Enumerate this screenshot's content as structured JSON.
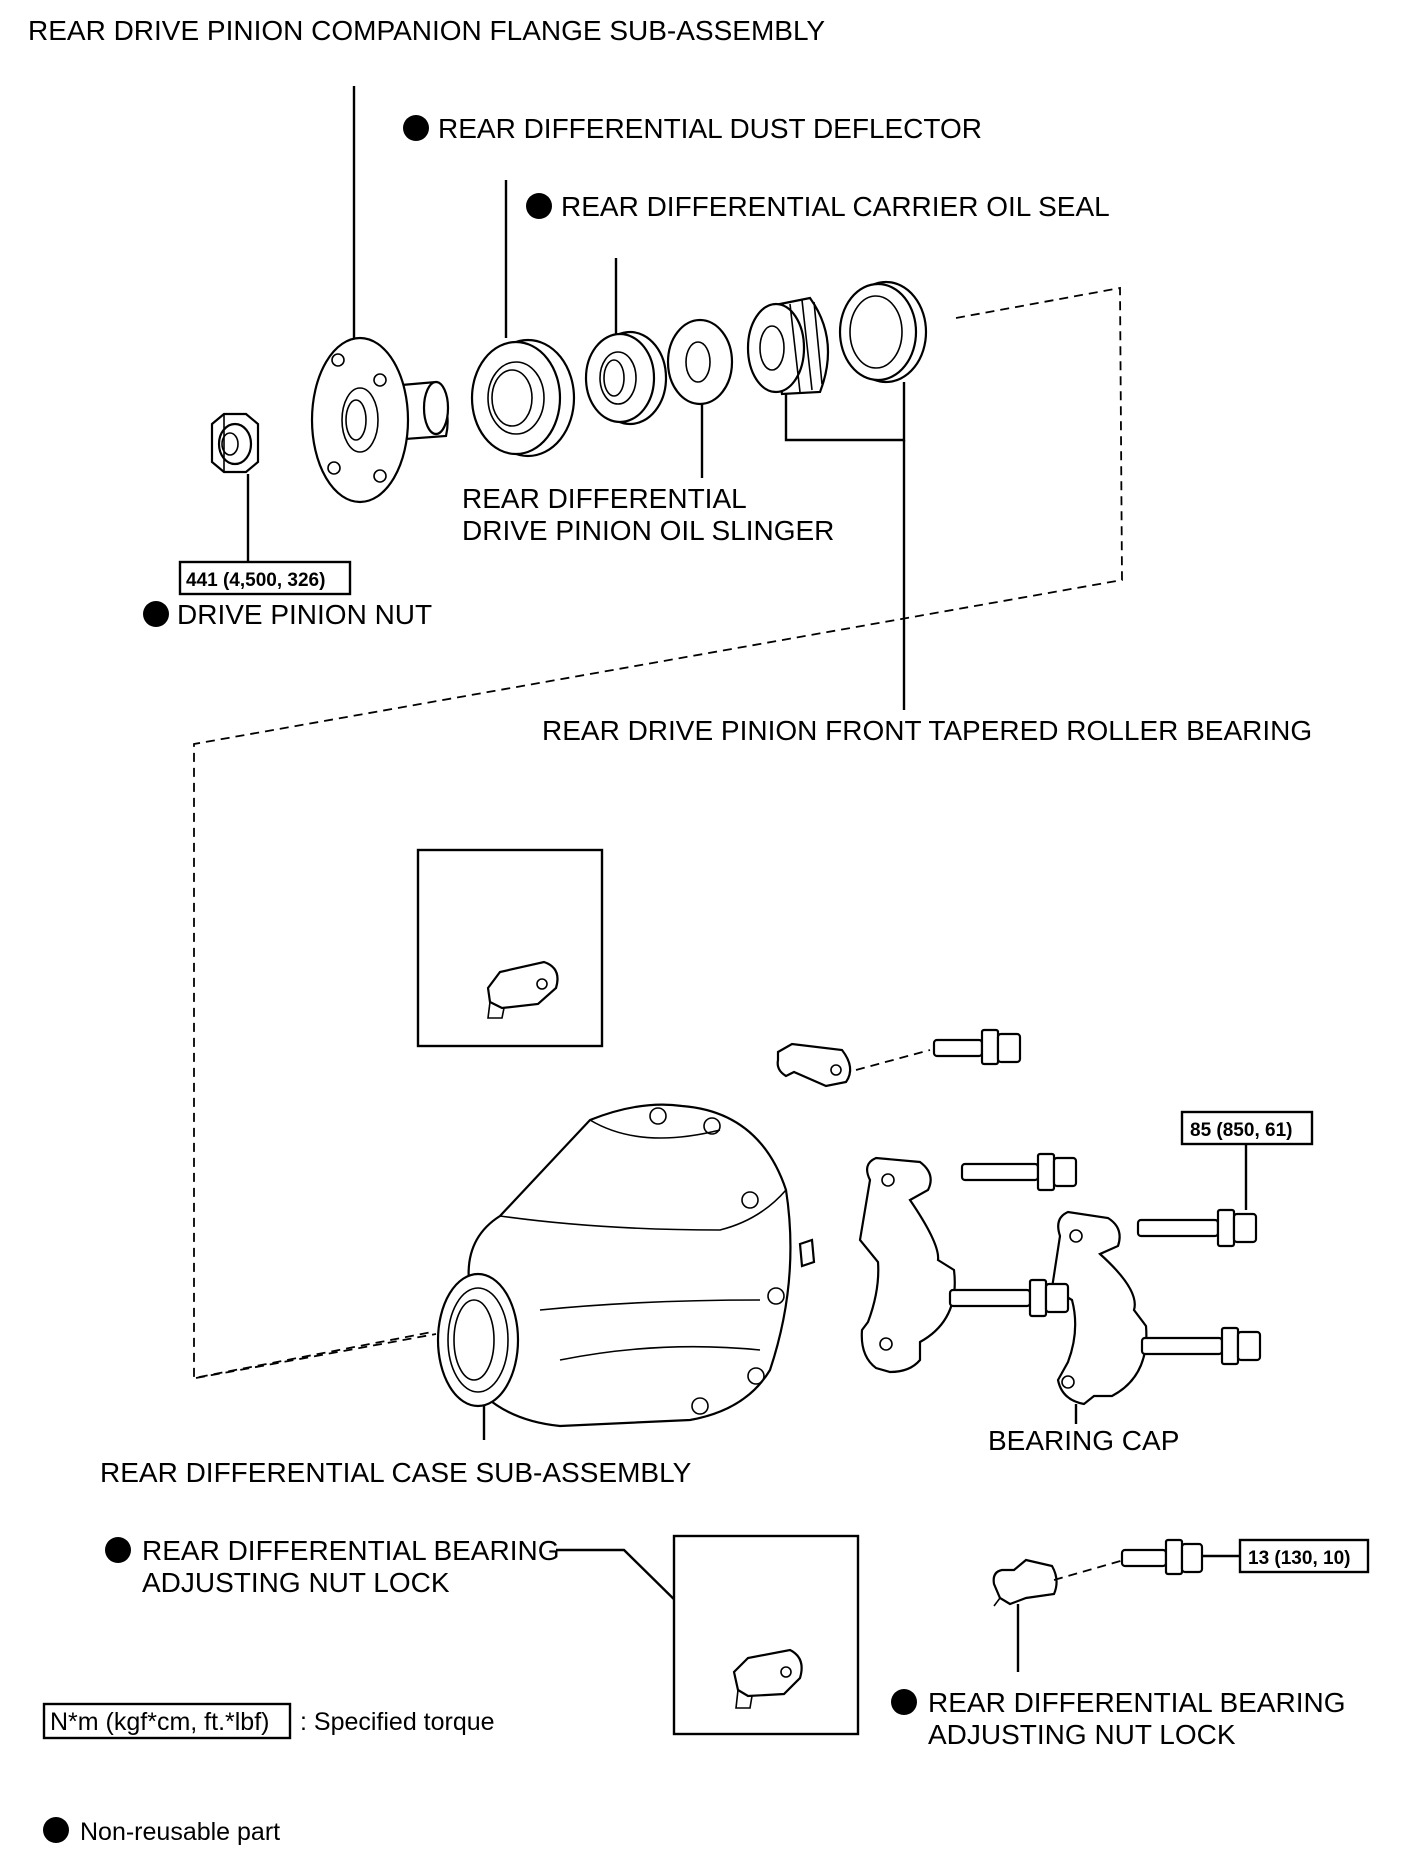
{
  "labels": {
    "companion_flange": "REAR DRIVE PINION COMPANION FLANGE SUB-ASSEMBLY",
    "dust_deflector": "REAR DIFFERENTIAL DUST DEFLECTOR",
    "oil_seal": "REAR DIFFERENTIAL CARRIER OIL SEAL",
    "oil_slinger_line1": "REAR DIFFERENTIAL",
    "oil_slinger_line2": "DRIVE PINION OIL SLINGER",
    "drive_pinion_nut": "DRIVE PINION NUT",
    "front_bearing": "REAR DRIVE PINION FRONT TAPERED ROLLER BEARING",
    "bearing_cap": "BEARING CAP",
    "case_subassembly": "REAR DIFFERENTIAL CASE SUB-ASSEMBLY",
    "nut_lock_left_line1": "REAR DIFFERENTIAL BEARING",
    "nut_lock_left_line2": "ADJUSTING NUT LOCK",
    "nut_lock_right_line1": "REAR DIFFERENTIAL BEARING",
    "nut_lock_right_line2": "ADJUSTING NUT LOCK"
  },
  "torques": {
    "drive_pinion_nut": "441 (4,500, 326)",
    "bearing_cap_bolt": "85 (850, 61)",
    "nut_lock_bolt": "13 (130, 10)"
  },
  "legend": {
    "torque_key": "N*m (kgf*cm, ft.*lbf)",
    "torque_desc": ": Specified torque",
    "non_reusable": "Non-reusable part"
  },
  "colors": {
    "ink": "#000000",
    "paper": "#ffffff"
  }
}
